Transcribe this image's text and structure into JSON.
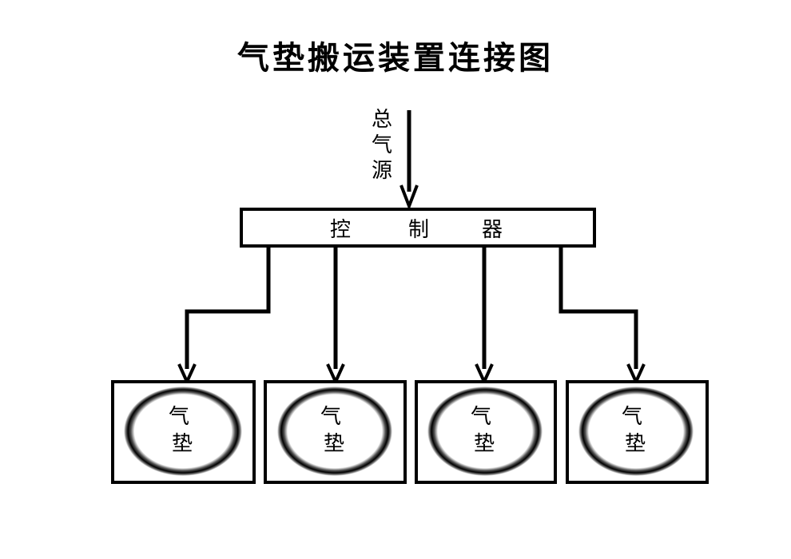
{
  "title": "气垫搬运装置连接图",
  "source_label": [
    "总",
    "气",
    "源"
  ],
  "controller": {
    "chars": [
      "控",
      "制",
      "器"
    ]
  },
  "cushions": [
    {
      "chars": [
        "气",
        "垫"
      ]
    },
    {
      "chars": [
        "气",
        "垫"
      ]
    },
    {
      "chars": [
        "气",
        "垫"
      ]
    },
    {
      "chars": [
        "气",
        "垫"
      ]
    }
  ],
  "colors": {
    "line": "#000000",
    "background": "#ffffff"
  }
}
